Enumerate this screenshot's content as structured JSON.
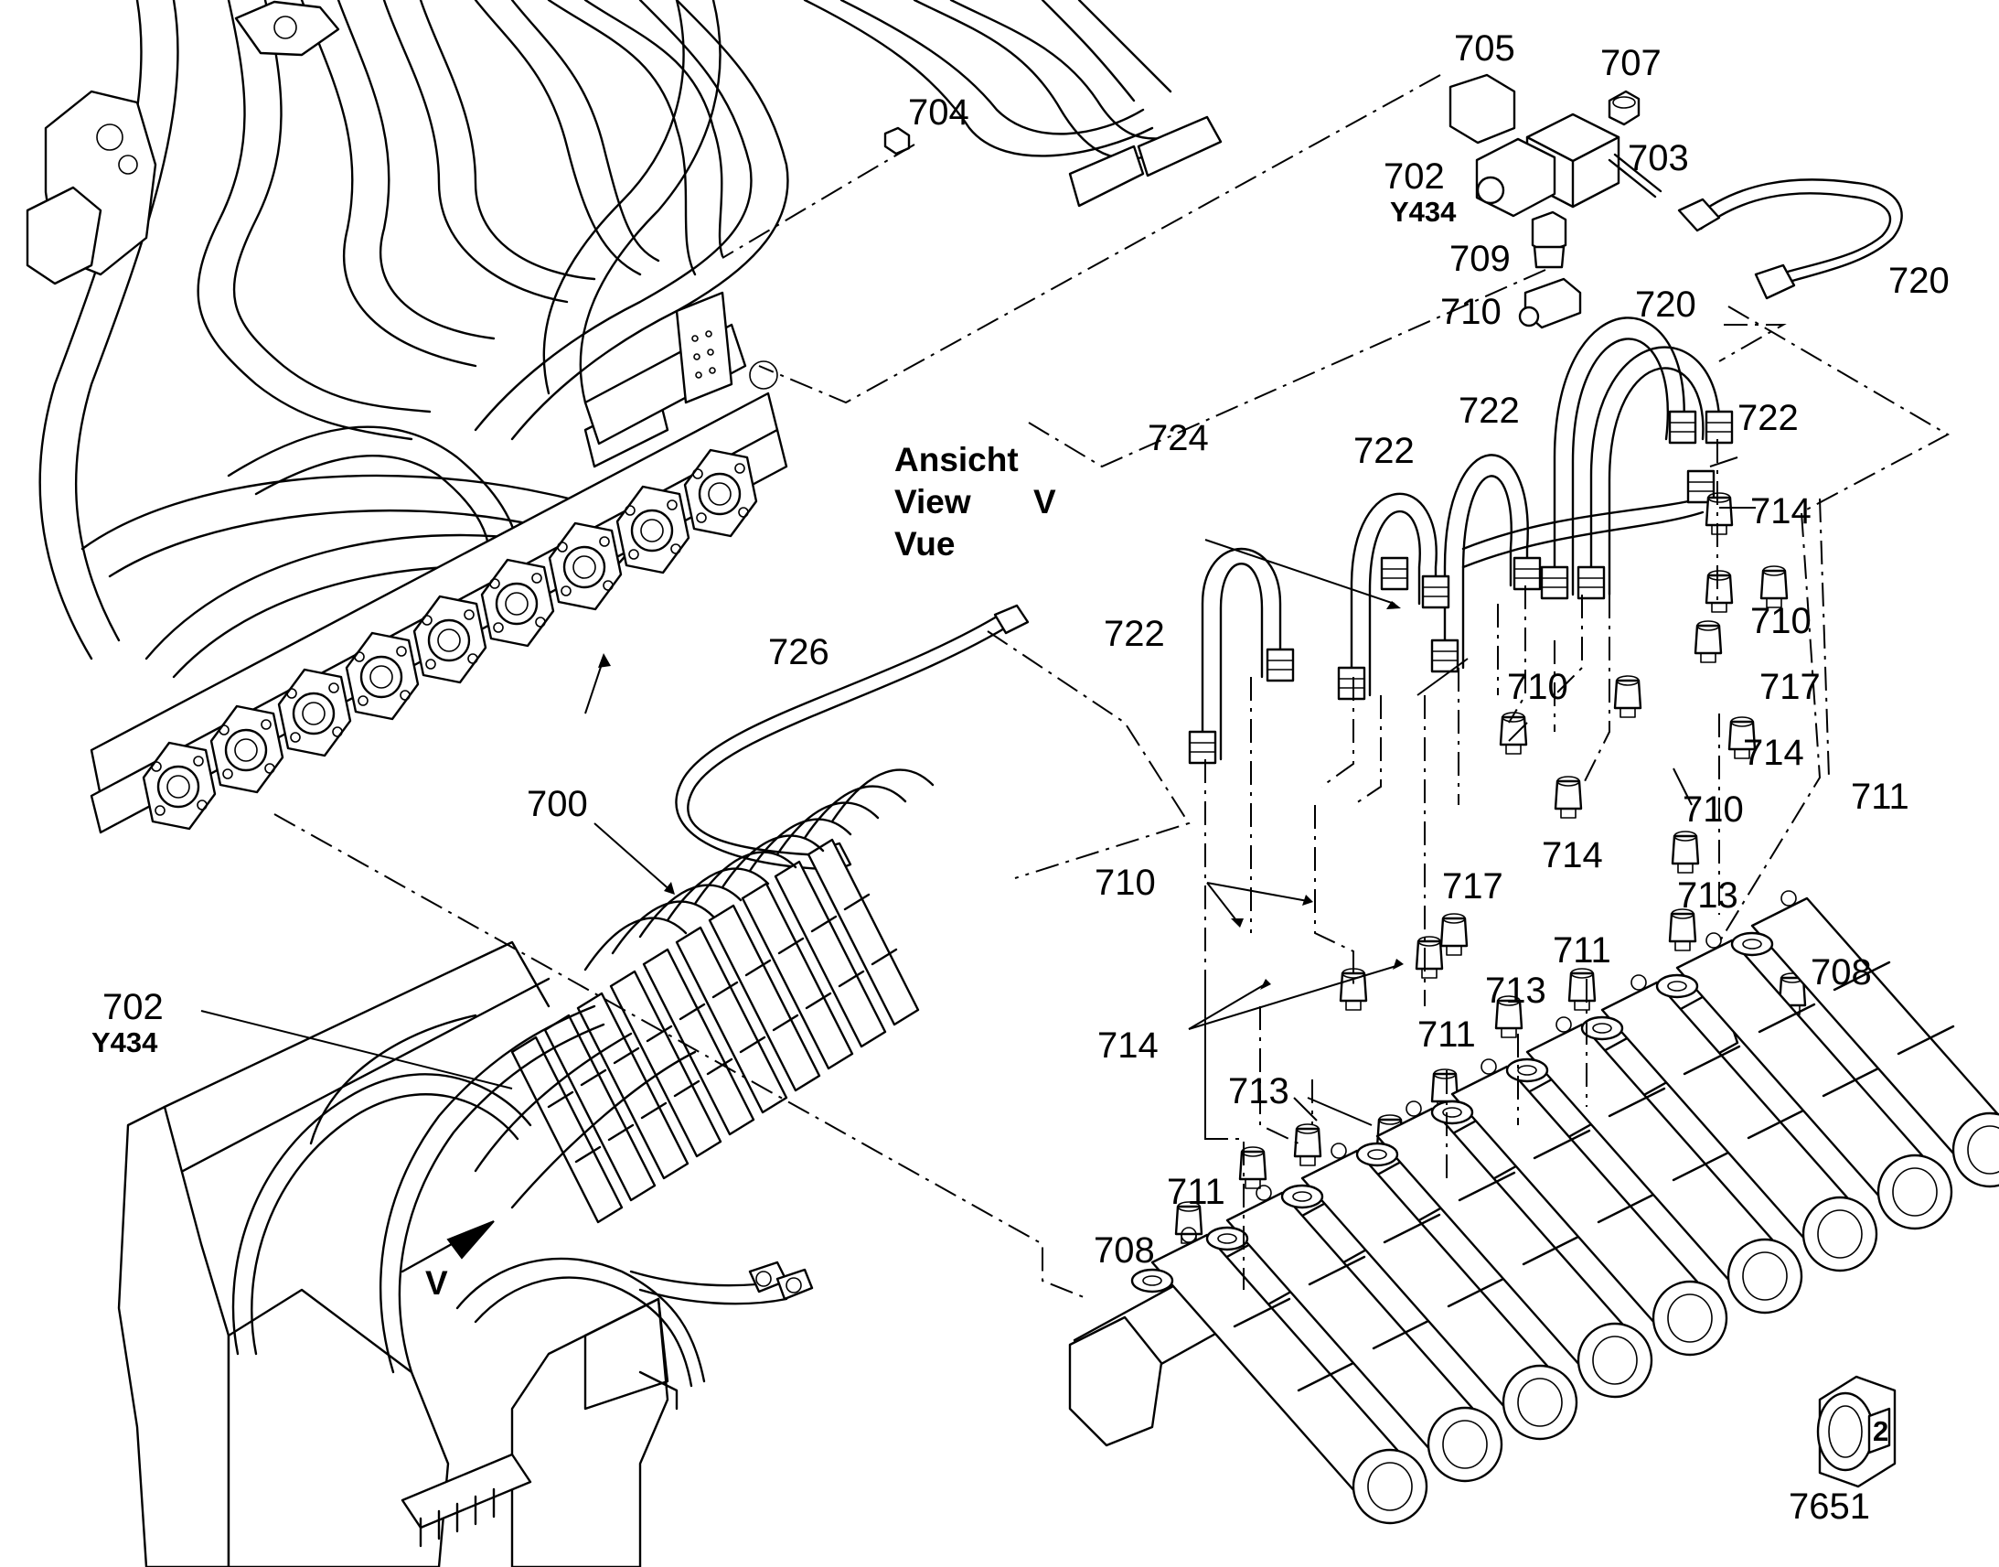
{
  "callouts": {
    "c705": "705",
    "c707": "707",
    "c704": "704",
    "c703": "703",
    "c702": "702",
    "c702_sub": "Y434",
    "c709": "709",
    "c710_top": "710",
    "c720_a": "720",
    "c720_b": "720",
    "c724": "724",
    "c722_a": "722",
    "c722_b": "722",
    "c722_c": "722",
    "c722_d": "722",
    "c714_a": "714",
    "c710_a": "710",
    "c717_a": "717",
    "c714_b": "714",
    "c710_b": "710",
    "c710_c": "710",
    "c714_c": "714",
    "c711_a": "711",
    "c726": "726",
    "c700": "700",
    "c710_d": "710",
    "c717_b": "717",
    "c713_a": "713",
    "c711_b": "711",
    "c713_b": "713",
    "c708_a": "708",
    "c711_c": "711",
    "c702_b": "702",
    "c702_b_sub": "Y434",
    "c714_d": "714",
    "c713_c": "713",
    "c711_d": "711",
    "c708_b": "708",
    "c7651": "7651",
    "nut_mark": "2"
  },
  "view_label": {
    "line1": "Ansicht",
    "line2": "View",
    "line3": "Vue",
    "letter": "V"
  },
  "engine_view_letter": "V",
  "colors": {
    "ink": "#000000",
    "paper": "#ffffff"
  }
}
